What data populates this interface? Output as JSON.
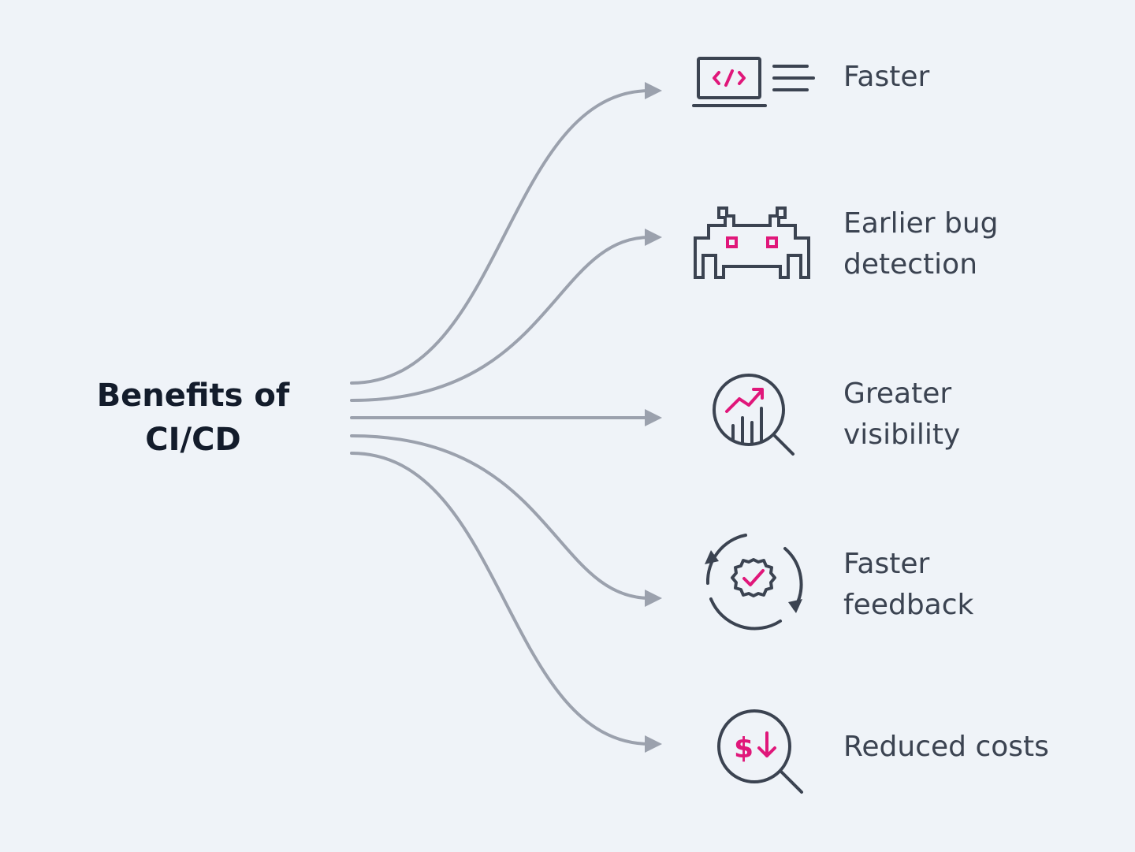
{
  "diagram": {
    "title_lines": [
      "Benefits of",
      "CI/CD"
    ],
    "benefits": [
      {
        "lines": [
          "Faster"
        ],
        "icon": "laptop-code-speed-icon"
      },
      {
        "lines": [
          "Earlier bug",
          "detection"
        ],
        "icon": "pixel-bug-icon"
      },
      {
        "lines": [
          "Greater",
          "visibility"
        ],
        "icon": "magnifier-chart-icon"
      },
      {
        "lines": [
          "Faster",
          "feedback"
        ],
        "icon": "cycle-gear-check-icon"
      },
      {
        "lines": [
          "Reduced costs"
        ],
        "icon": "magnifier-dollar-down-icon"
      }
    ]
  },
  "colors": {
    "background": "#eff3f8",
    "title": "#131c2b",
    "label": "#3b4351",
    "icon_stroke": "#3b4351",
    "accent": "#e0177a",
    "arrow": "#9ba1ad"
  }
}
